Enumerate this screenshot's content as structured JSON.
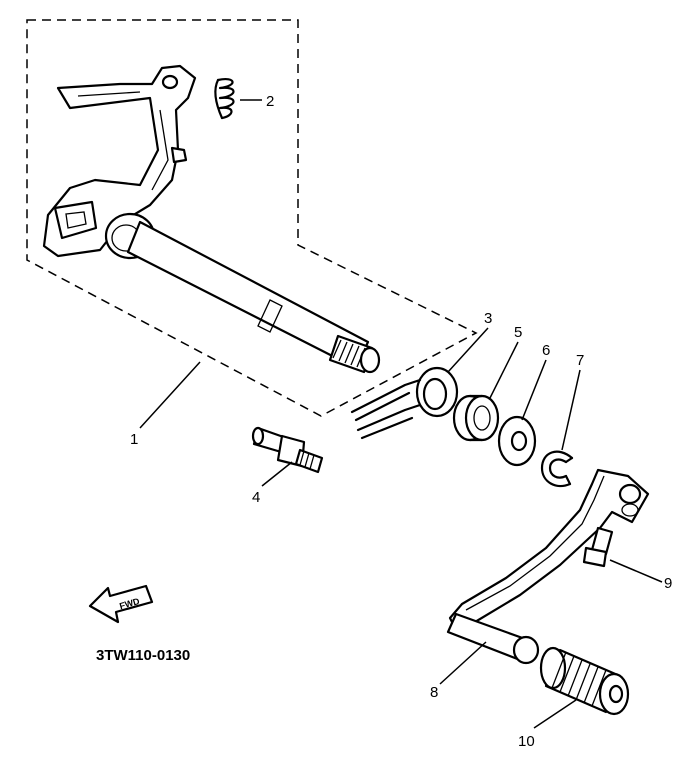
{
  "diagram": {
    "part_labels": [
      "1",
      "2",
      "3",
      "4",
      "5",
      "6",
      "7",
      "8",
      "9",
      "10"
    ],
    "drawing_code": "3TW110-0130",
    "forward_arrow_text": "FWD"
  }
}
